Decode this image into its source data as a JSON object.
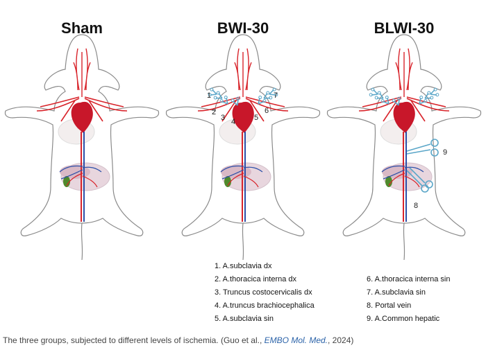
{
  "panels": [
    {
      "title": "Sham"
    },
    {
      "title": "BWI-30"
    },
    {
      "title": "BLWI-30"
    }
  ],
  "bwi_labels": [
    "1",
    "2",
    "3",
    "4",
    "5",
    "6",
    "7"
  ],
  "blwi_labels": [
    "9",
    "8"
  ],
  "legend": {
    "left": [
      "1. A.subclavia dx",
      "2. A.thoracica interna dx",
      "3. Truncus costocervicalis dx",
      "4. A.truncus brachiocephalica",
      "5. A.subclavia sin"
    ],
    "right": [
      "6. A.thoracica interna sin",
      "7. A.subclavia sin",
      "8. Portal vein",
      "9. A.Common hepatic"
    ]
  },
  "caption": {
    "text": "The three groups, subjected to different levels of ischemia. (Guo et al., ",
    "journal": "EMBO Mol. Med.",
    "suffix": ", 2024)"
  },
  "colors": {
    "artery": "#d8232a",
    "vein": "#2b4fa8",
    "heart": "#c8172a",
    "liver": "#e6c8d4",
    "gallbladder": "#4f8a2b",
    "clamp": "#5aa6c8",
    "body_outline": "#8a8a8a"
  }
}
